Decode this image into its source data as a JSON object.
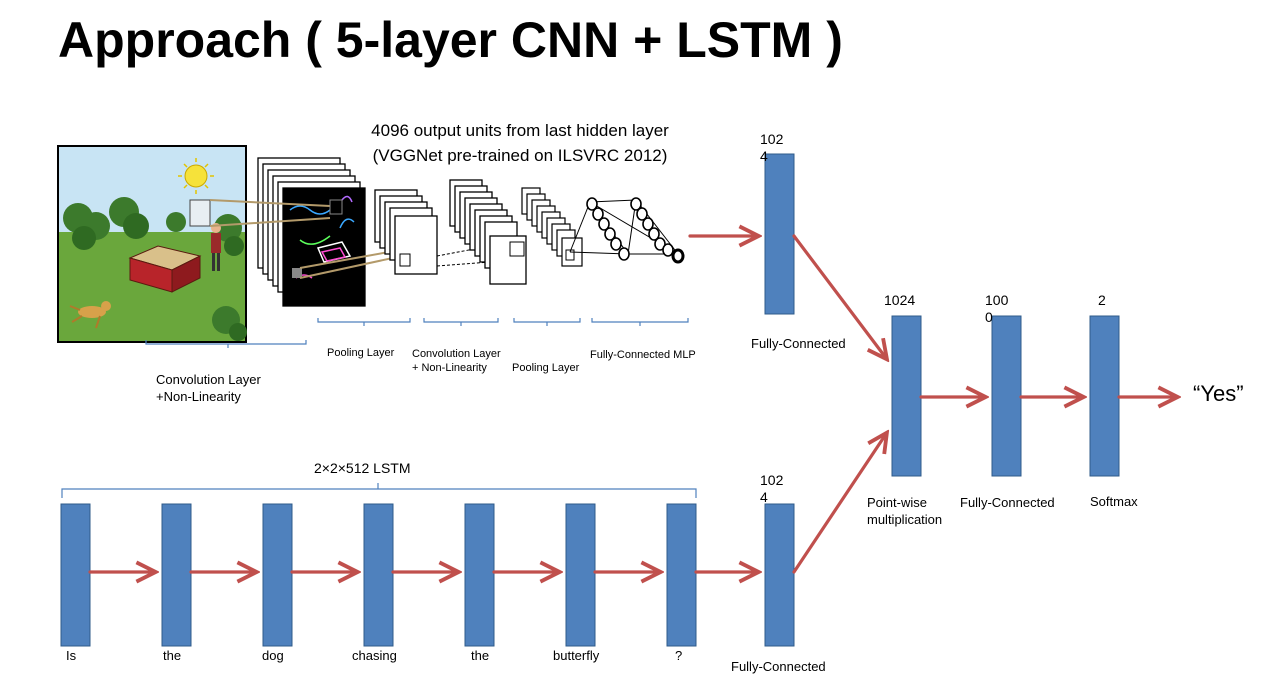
{
  "title": "Approach ( 5-layer CNN + LSTM )",
  "cnn_caption": {
    "line1": "4096 output units from last hidden layer",
    "line2": "(VGGNet pre-trained on ILSVRC 2012)"
  },
  "cnn_stage_labels": {
    "conv1_line1": "Convolution Layer",
    "conv1_line2": "+Non-Linearity",
    "pool1": "Pooling Layer",
    "conv2_line1": "Convolution Layer",
    "conv2_line2": "+ Non-Linearity",
    "pool2": "Pooling Layer",
    "mlp": "Fully-Connected MLP"
  },
  "lstm_label": "2×2×512 LSTM",
  "question_words": [
    "Is",
    "the",
    "dog",
    "chasing",
    "the",
    "butterfly",
    "?"
  ],
  "image_fc": {
    "size": "1024",
    "label": "Fully-Connected"
  },
  "question_fc": {
    "size": "1024",
    "label": "Fully-Connected"
  },
  "pointwise": {
    "size": "1024",
    "label_line1": "Point-wise",
    "label_line2": "multiplication"
  },
  "fc_1000": {
    "size": "1000",
    "label": "Fully-Connected"
  },
  "softmax": {
    "size": "2",
    "label": "Softmax"
  },
  "output_answer": "“Yes”",
  "colors": {
    "block": "#4f81bd",
    "block_border": "#2f5b8a",
    "arrow": "#c0504d",
    "brace": "#4f81bd"
  }
}
